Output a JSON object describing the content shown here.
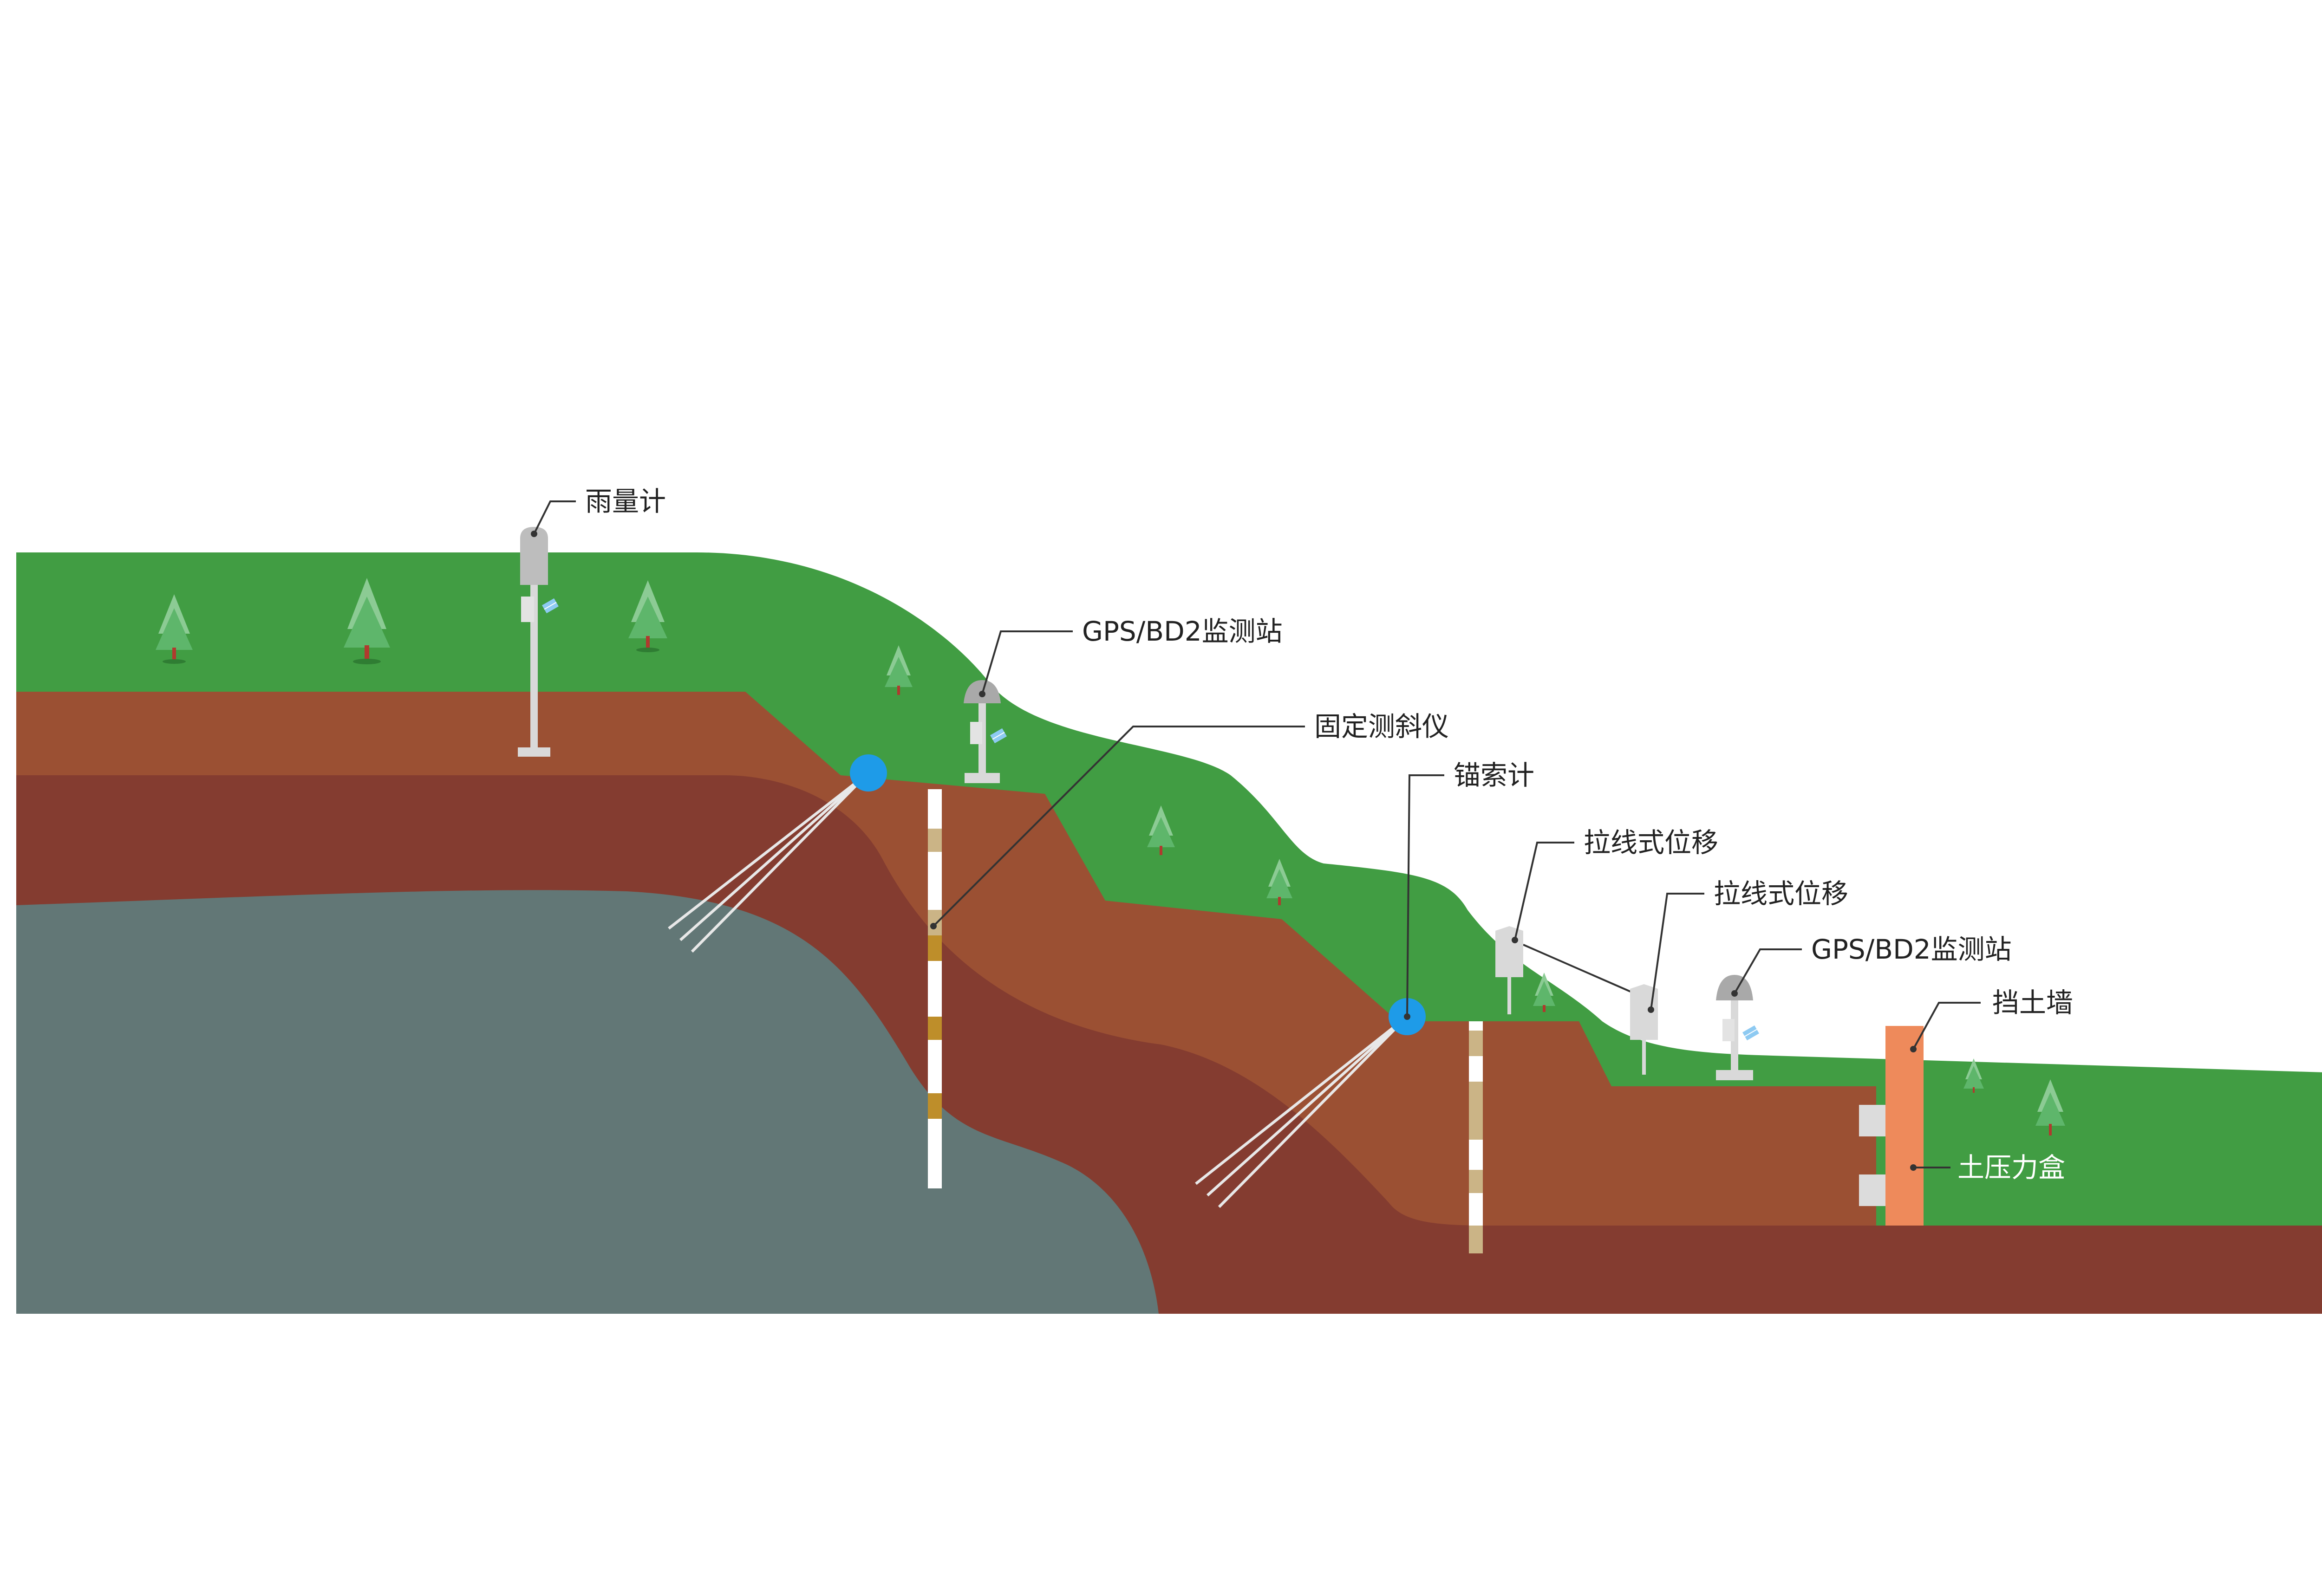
{
  "labels": {
    "rain_gauge": "雨量计",
    "gps_station_1": "GPS/BD2监测站",
    "fixed_inclinometer": "固定测斜仪",
    "anchor_meter": "锚索计",
    "wire_displacement_1": "拉线式位移",
    "wire_displacement_2": "拉线式位移",
    "gps_station_2": "GPS/BD2监测站",
    "retaining_wall": "挡土墙",
    "earth_pressure_cell": "土压力盒"
  },
  "colors": {
    "grass": "#419D43",
    "soil_upper": "#9B5033",
    "soil_lower": "#843C30",
    "bedrock": "#627776",
    "anchor_head": "#1E9BE8",
    "retaining_wall": "#EE8A5B",
    "pressure_cell": "#DCDCDC",
    "inclinometer_band": "#BE8E2A",
    "extensometer_band": "#CBB486",
    "instrument_gray": "#D9D9D9",
    "tree": "#5EB66B",
    "tree_trunk": "#B03A2E"
  },
  "icons": {
    "tree": "tree-icon",
    "rain_gauge": "rain-gauge-icon",
    "gps": "gps-antenna-icon",
    "solar_panel": "solar-panel-icon",
    "wire_sensor": "wire-displacement-sensor-icon",
    "anchor": "anchor-head-icon"
  }
}
